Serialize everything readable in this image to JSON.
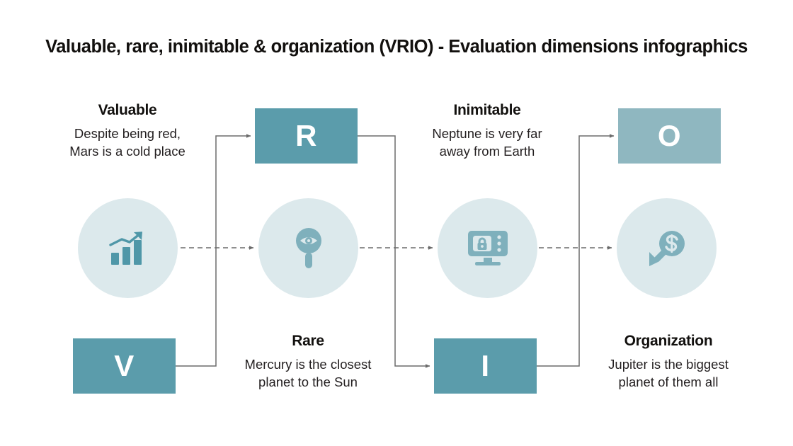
{
  "title": "Valuable, rare, inimitable & organization (VRIO) - Evaluation dimensions infographics",
  "colors": {
    "box_dark": "#5b9cab",
    "box_light": "#8fb7c0",
    "circle_bg": "#dce9ec",
    "icon_dark": "#4f97a8",
    "icon_light": "#7fb0bc",
    "connector": "#6b6b6b",
    "text": "#12100e",
    "letter": "#ffffff"
  },
  "steps": [
    {
      "letter": "V",
      "heading": "Valuable",
      "description": "Despite being red,\nMars is a cold place",
      "icon": "growth-bar-chart-icon",
      "box_color": "#5b9cab",
      "icon_color": "#4f97a8"
    },
    {
      "letter": "R",
      "heading": "Rare",
      "description": "Mercury is the closest\nplanet to the Sun",
      "icon": "magnifier-eye-icon",
      "box_color": "#5b9cab",
      "icon_color": "#7fb0bc"
    },
    {
      "letter": "I",
      "heading": "Inimitable",
      "description": "Neptune is very far\naway from Earth",
      "icon": "monitor-lock-icon",
      "box_color": "#5b9cab",
      "icon_color": "#7fb0bc"
    },
    {
      "letter": "O",
      "heading": "Organization",
      "description": "Jupiter is the biggest\nplanet of them all",
      "icon": "dollar-coin-arrow-icon",
      "box_color": "#8fb7c0",
      "icon_color": "#7fb0bc"
    }
  ]
}
